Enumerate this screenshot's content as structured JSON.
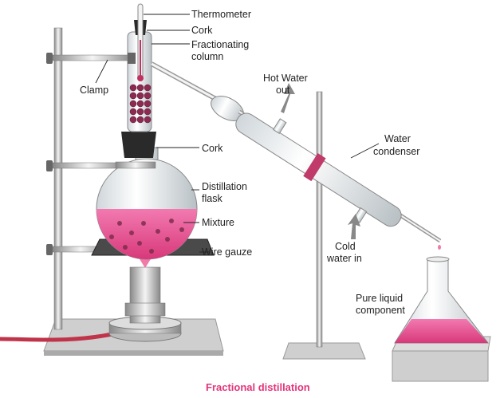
{
  "labels": {
    "thermometer": "Thermometer",
    "cork_top": "Cork",
    "fractionating_column": [
      "Fractionating",
      "column"
    ],
    "clamp": "Clamp",
    "hot_water_out": [
      "Hot Water",
      "out"
    ],
    "water_condenser": [
      "Water",
      "condenser"
    ],
    "cork_lower": "Cork",
    "distillation_flask": [
      "Distillation",
      "flask"
    ],
    "mixture": "Mixture",
    "wire_gauze": "Wire gauze",
    "cold_water_in": [
      "Cold",
      "water in"
    ],
    "pure_liquid": [
      "Pure liquid",
      "component"
    ]
  },
  "caption": "Fractional distillation",
  "colors": {
    "liquid": "#e8468a",
    "caption": "#e2357a",
    "stand": "#c9c9c9"
  }
}
